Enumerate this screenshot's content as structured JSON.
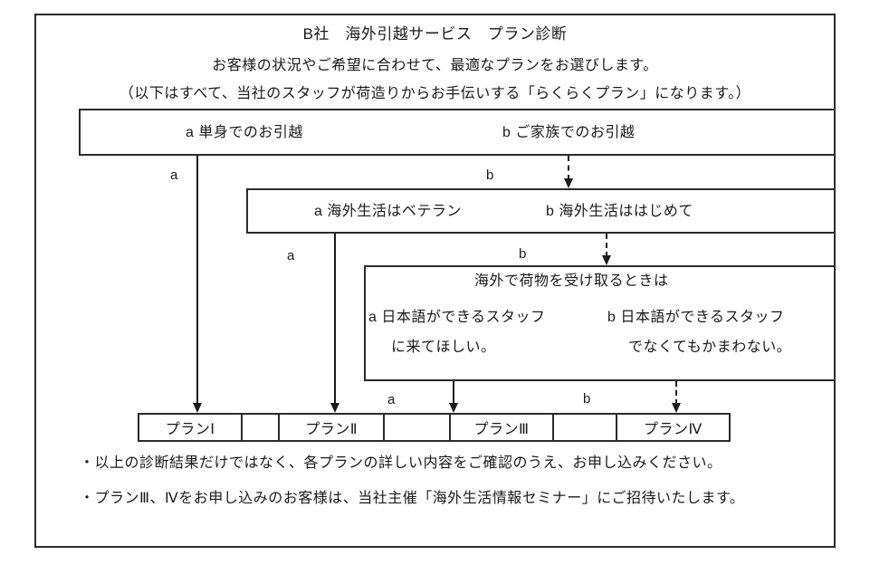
{
  "colors": {
    "background": "#ffffff",
    "line": "#1a1a1a",
    "text": "#1a1a1a"
  },
  "header": {
    "title": "B社　海外引越サービス　プラン診断",
    "subtitle": "お客様の状況やご希望に合わせて、最適なプランをお選びします。",
    "note": "（以下はすべて、当社のスタッフが荷造りからお手伝いする「らくらくプラン」になります。）"
  },
  "flow": {
    "q1": {
      "option_a": "a 単身でのお引越",
      "option_b": "b ご家族でのお引越",
      "branch_a": "a",
      "branch_b": "b"
    },
    "q2": {
      "option_a": "a 海外生活はベテラン",
      "option_b": "b 海外生活ははじめて",
      "branch_a": "a",
      "branch_b": "b"
    },
    "q3": {
      "title": "海外で荷物を受け取るときは",
      "option_a_line1": "a 日本語ができるスタッフ",
      "option_a_line2": "に来てほしい。",
      "option_b_line1": "b 日本語ができるスタッフ",
      "option_b_line2": "でなくてもかまわない。",
      "branch_a": "a",
      "branch_b": "b"
    },
    "plans": [
      "プランⅠ",
      "プランⅡ",
      "プランⅢ",
      "プランⅣ"
    ]
  },
  "notes": [
    "・以上の診断結果だけではなく、各プランの詳しい内容をご確認のうえ、お申し込みください。",
    "・プランⅢ、Ⅳをお申し込みのお客様は、当社主催「海外生活情報セミナー」にご招待いたします。"
  ]
}
